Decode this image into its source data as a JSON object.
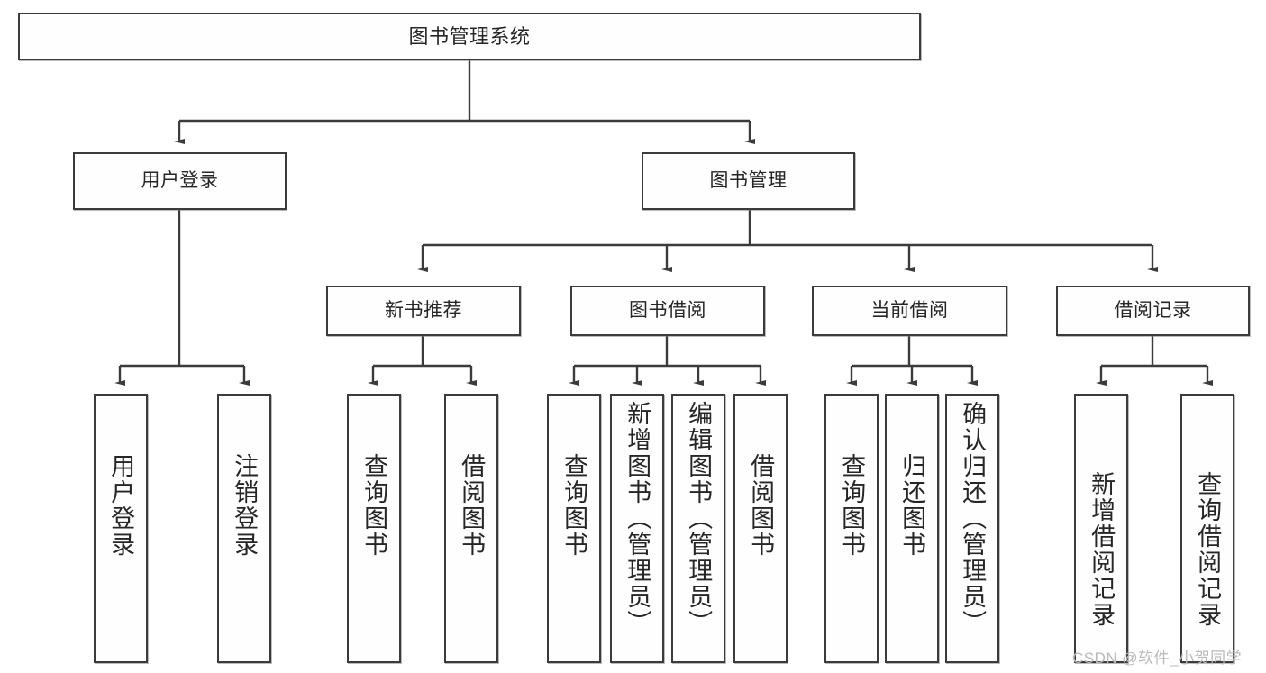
{
  "diagram": {
    "title_box": {
      "label": "图书管理系统"
    },
    "level2": [
      {
        "id": "user-login",
        "label": "用户登录"
      },
      {
        "id": "book-management",
        "label": "图书管理"
      }
    ],
    "level3": [
      {
        "id": "new-book-recommend",
        "label": "新书推荐"
      },
      {
        "id": "book-borrow",
        "label": "图书借阅"
      },
      {
        "id": "current-borrow",
        "label": "当前借阅"
      },
      {
        "id": "borrow-record",
        "label": "借阅记录"
      }
    ],
    "leaves": {
      "user_login": [
        {
          "id": "leaf-user-login",
          "label": "用户登录"
        },
        {
          "id": "leaf-logout-login",
          "label": "注销登录"
        }
      ],
      "new_book_recommend": [
        {
          "id": "leaf-query-book-1",
          "label": "查询图书"
        },
        {
          "id": "leaf-borrow-book-1",
          "label": "借阅图书"
        }
      ],
      "book_borrow": [
        {
          "id": "leaf-query-book-2",
          "label": "查询图书"
        },
        {
          "id": "leaf-add-book",
          "label": "新增图书（管理员）"
        },
        {
          "id": "leaf-edit-book",
          "label": "编辑图书（管理员）"
        },
        {
          "id": "leaf-borrow-book-2",
          "label": "借阅图书"
        }
      ],
      "current_borrow": [
        {
          "id": "leaf-query-book-3",
          "label": "查询图书"
        },
        {
          "id": "leaf-return-book",
          "label": "归还图书"
        },
        {
          "id": "leaf-confirm-return",
          "label": "确认归还（管理员）"
        }
      ],
      "borrow_record": [
        {
          "id": "leaf-add-record",
          "label": "新增借阅记录"
        },
        {
          "id": "leaf-query-record",
          "label": "查询借阅记录"
        }
      ]
    },
    "watermark": "CSDN @软件_小贺同学",
    "colors": {
      "box_border": "#3b3b3b",
      "box_fill": "#fefefe",
      "text": "#262626",
      "connector": "#3b3b3b",
      "watermark": "#b9b9b9",
      "background": "#ffffff"
    }
  }
}
